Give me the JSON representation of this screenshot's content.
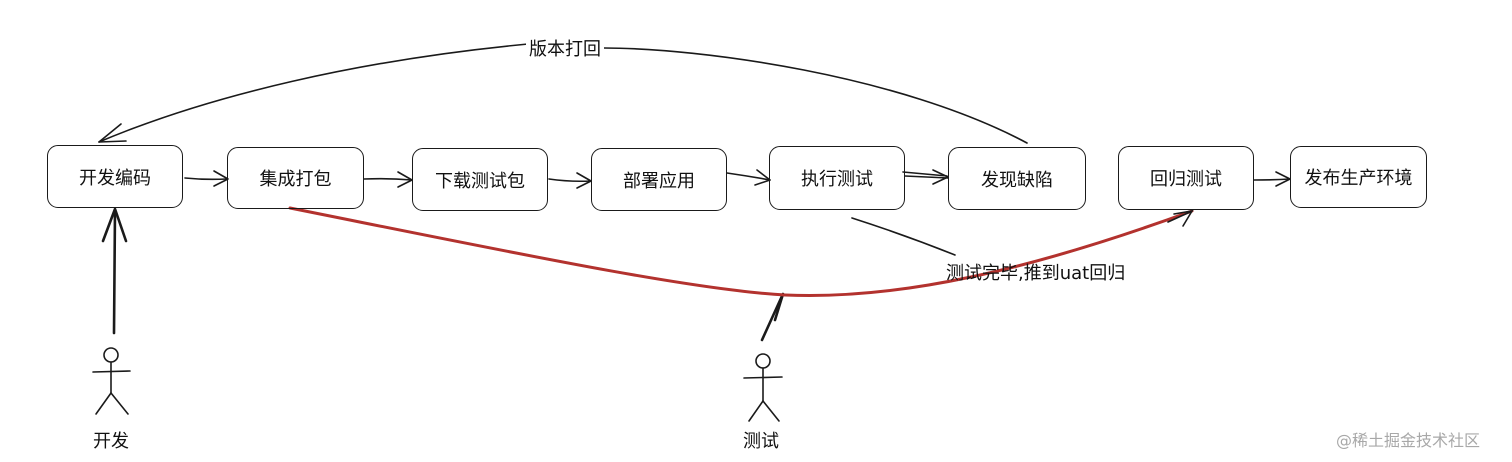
{
  "nodes": {
    "dev_coding": "开发编码",
    "integrate_package": "集成打包",
    "download_package": "下载测试包",
    "deploy_app": "部署应用",
    "execute_test": "执行测试",
    "find_defect": "发现缺陷",
    "regression_test": "回归测试",
    "release_prod": "发布生产环境"
  },
  "edge_labels": {
    "version_reject": "版本打回",
    "test_done": "测试完毕,推到uat回归"
  },
  "actors": {
    "developer": "开发",
    "tester": "测试"
  },
  "watermark": "@稀土掘金技术社区",
  "colors": {
    "stroke": "#1a1a1a",
    "highlight": "#b3322e",
    "watermark": "#a8a8a8"
  }
}
